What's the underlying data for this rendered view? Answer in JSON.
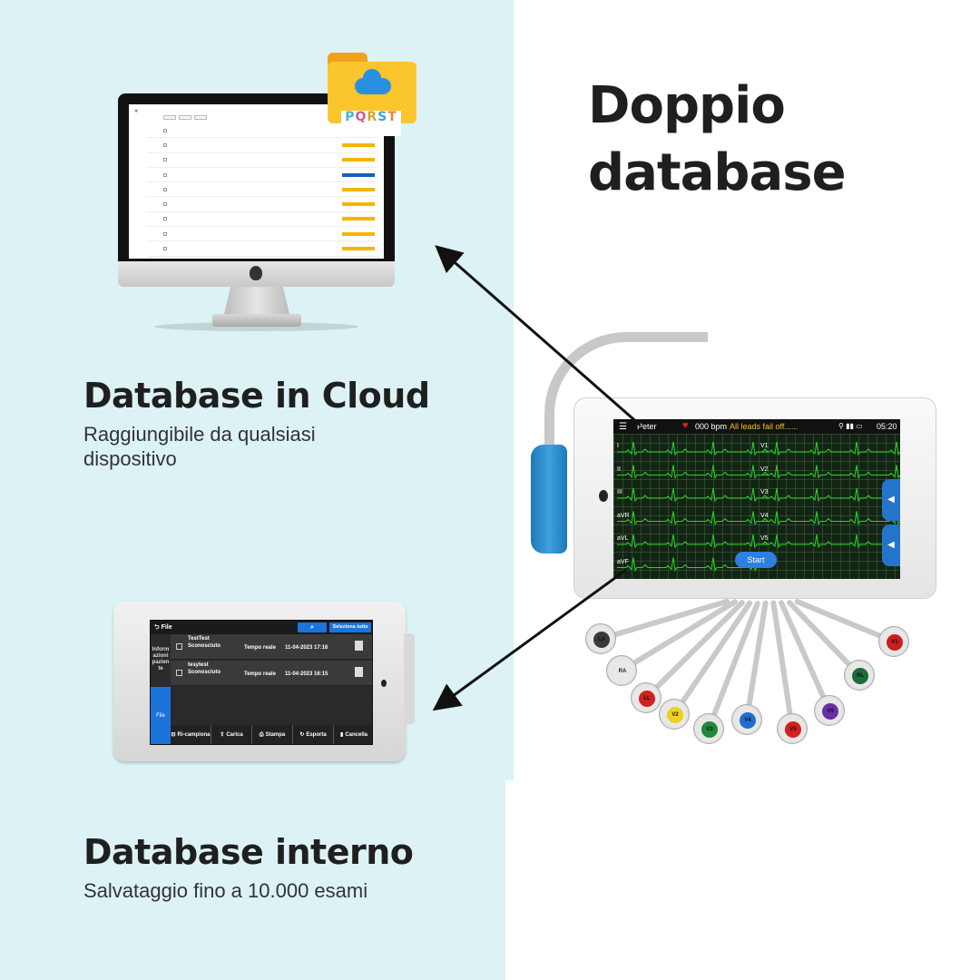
{
  "title": {
    "line1": "Doppio",
    "line2": "database"
  },
  "cloud_section": {
    "heading": "Database in Cloud",
    "description": "Raggiungibile da qualsiasi dispositivo"
  },
  "internal_section": {
    "heading": "Database interno",
    "description": "Salvataggio fino a 10.000 esami"
  },
  "folder_letters": [
    "P",
    "Q",
    "R",
    "S",
    "T"
  ],
  "small_device": {
    "back_label": "File",
    "search_icon": "search-icon",
    "select_all": "Seleziona tutto",
    "side_info": "Informazioni paziente",
    "side_file": "File",
    "rows": [
      {
        "name": "TestTest Sconosciuto",
        "mode": "Tempo reale",
        "date": "11-04-2023 17:16"
      },
      {
        "name": "tesytest Sconosciuto",
        "mode": "Tempo reale",
        "date": "11-04-2023 16:15"
      }
    ],
    "actions": [
      "Ri-campiona",
      "Carica",
      "Stampa",
      "Esporta",
      "Cancella"
    ]
  },
  "ecg_device": {
    "patient": "Peter",
    "bpm": "000 bpm",
    "alert": "All leads fail off......",
    "time": "05:20",
    "start_label": "Start",
    "leads_left": [
      "I",
      "II",
      "III",
      "aVR",
      "aVL",
      "aVF"
    ],
    "leads_right": [
      "V1",
      "V2",
      "V3",
      "V4",
      "V5"
    ]
  },
  "electrodes": [
    {
      "label": "LA",
      "color": "#3a3a3a"
    },
    {
      "label": "RA",
      "color": "#e8e8e8"
    },
    {
      "label": "LL",
      "color": "#d42020"
    },
    {
      "label": "V2",
      "color": "#f0d020"
    },
    {
      "label": "V3",
      "color": "#1e8a3a"
    },
    {
      "label": "V4",
      "color": "#1f6fcf"
    },
    {
      "label": "V5",
      "color": "#d42020"
    },
    {
      "label": "V6",
      "color": "#6a2fa0"
    },
    {
      "label": "RL",
      "color": "#1e6b3a"
    },
    {
      "label": "V1",
      "color": "#c81f1f"
    }
  ],
  "colors": {
    "left_panel": "#dcf2f4",
    "accent_blue": "#1c73d9",
    "folder_yellow": "#fbc52e"
  }
}
